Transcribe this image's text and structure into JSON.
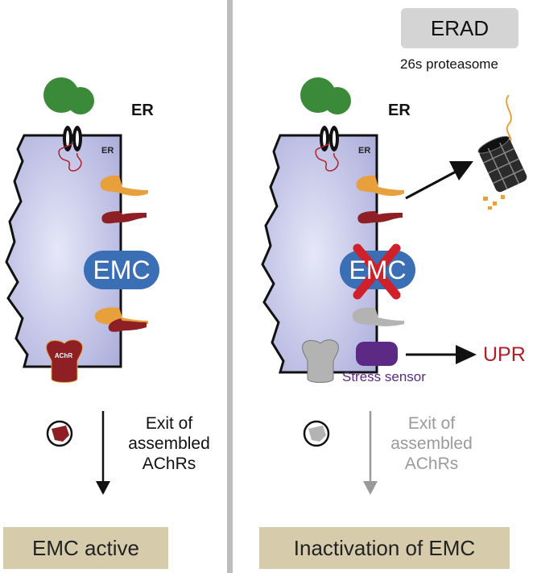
{
  "left_panel": {
    "er_label": "ER",
    "er_lumen_label": "ER",
    "emc_label": "EMC",
    "achr_label": "AChR",
    "exit_text": [
      "Exit of",
      "assembled",
      "AChRs"
    ],
    "state_label": "EMC active"
  },
  "right_panel": {
    "erad_label": "ERAD",
    "proteasome_label": "26s proteasome",
    "er_label": "ER",
    "er_lumen_label": "ER",
    "emc_label": "EMC",
    "upr_label": "UPR",
    "stress_sensor_label": "Stress sensor",
    "exit_text": [
      "Exit of",
      "assembled",
      "AChRs"
    ],
    "state_label": "Inactivation of EMC"
  },
  "colors": {
    "er": "#b6b8e0",
    "emc": "#3a6eb5",
    "ribosome": "#3a8a3a",
    "orange_protein": "#e8a03c",
    "red_protein": "#8e1f25",
    "grey_protein": "#b3b3b3",
    "stress_sensor": "#5c2a85",
    "upr": "#b0202a",
    "x_mark": "#d0202a",
    "state_box": "#d6ccac",
    "erad_box": "#d4d4d4",
    "muted": "#9a9a9a"
  }
}
